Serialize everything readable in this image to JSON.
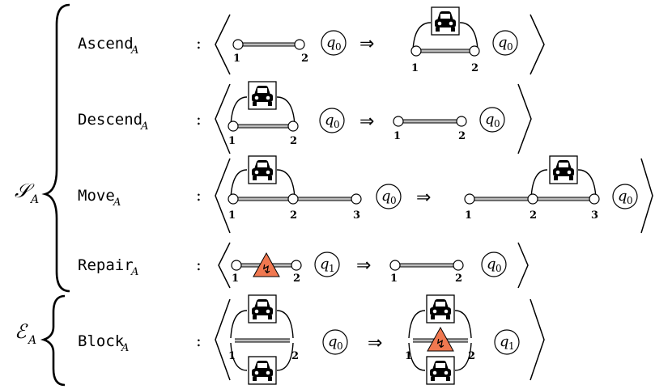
{
  "sets": [
    {
      "symbol": "𝒮",
      "sub": "A"
    },
    {
      "symbol": "ℰ",
      "sub": "A"
    }
  ],
  "rules": [
    {
      "name": "Ascend",
      "sub": "A",
      "lhs_state": {
        "q": "q",
        "i": "0"
      },
      "rhs_state": {
        "q": "q",
        "i": "0"
      },
      "labels": [
        "1",
        "2"
      ]
    },
    {
      "name": "Descend",
      "sub": "A",
      "lhs_state": {
        "q": "q",
        "i": "0"
      },
      "rhs_state": {
        "q": "q",
        "i": "0"
      },
      "labels": [
        "1",
        "2"
      ]
    },
    {
      "name": "Move",
      "sub": "A",
      "lhs_state": {
        "q": "q",
        "i": "0"
      },
      "rhs_state": {
        "q": "q",
        "i": "0"
      },
      "labels": [
        "1",
        "2",
        "3"
      ]
    },
    {
      "name": "Repair",
      "sub": "A",
      "lhs_state": {
        "q": "q",
        "i": "1"
      },
      "rhs_state": {
        "q": "q",
        "i": "0"
      },
      "labels": [
        "1",
        "2"
      ]
    },
    {
      "name": "Block",
      "sub": "A",
      "lhs_state": {
        "q": "q",
        "i": "0"
      },
      "rhs_state": {
        "q": "q",
        "i": "1"
      },
      "labels": [
        "1",
        "2"
      ]
    }
  ],
  "symbols": {
    "colon": ":",
    "implies": "⇒",
    "bolt": "↯"
  },
  "colors": {
    "hazard": "#f07850",
    "rail": "#bbbbbb"
  },
  "icons": [
    "car-icon",
    "hazard-triangle-icon"
  ]
}
